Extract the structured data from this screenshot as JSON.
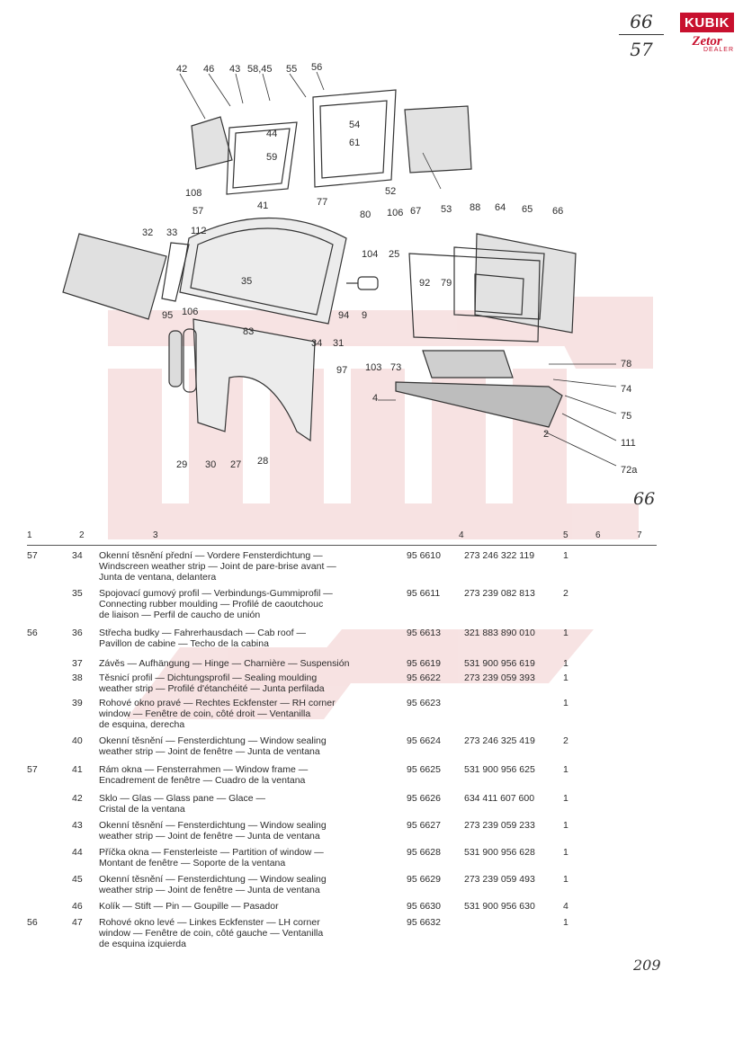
{
  "header": {
    "page_code_top": "66",
    "page_code_bottom": "57",
    "logo_top": "KUBIK",
    "logo_mid": "Zetor",
    "logo_bottom": "DEALER"
  },
  "figure": {
    "number": "66",
    "callouts": [
      "42",
      "46",
      "43",
      "58,45",
      "55",
      "56",
      "54",
      "44",
      "61",
      "59",
      "52",
      "53",
      "41",
      "108",
      "57",
      "112",
      "77",
      "80",
      "106",
      "67",
      "88",
      "64",
      "65",
      "66",
      "32",
      "33",
      "35",
      "104",
      "25",
      "92",
      "79",
      "94",
      "9",
      "95",
      "106",
      "83",
      "34",
      "31",
      "97",
      "103",
      "73",
      "78",
      "74",
      "75",
      "4",
      "2",
      "111",
      "72a",
      "29",
      "30",
      "27",
      "28"
    ]
  },
  "table": {
    "headers": [
      "1",
      "2",
      "3",
      "4",
      "5",
      "6",
      "7"
    ],
    "rows": [
      {
        "c1": "57",
        "c2": "34",
        "desc": "Okenní těsnění přední — Vordere Fensterdichtung —\nWindscreen weather strip — Joint de pare-brise avant —\nJunta de ventana, delantera",
        "num1": "95 6610",
        "num2": "273 246 322 119",
        "qty": "1"
      },
      {
        "c1": "",
        "c2": "35",
        "desc": "Spojovací gumový profil — Verbindungs-Gummiprofil —\nConnecting rubber moulding — Profilé de caoutchouc\nde liaison — Perfil de caucho de unión",
        "num1": "95 6611",
        "num2": "273 239 082 813",
        "qty": "2"
      },
      {
        "c1": "56",
        "c2": "36",
        "desc": "Střecha budky — Fahrerhausdach — Cab roof —\nPavillon de cabine — Techo de la cabina",
        "num1": "95 6613",
        "num2": "321 883 890 010",
        "qty": "1"
      },
      {
        "c1": "",
        "c2": "37",
        "desc": "Závěs — Aufhängung — Hinge — Charnière — Suspensión",
        "num1": "95 6619",
        "num2": "531 900 956 619",
        "qty": "1"
      },
      {
        "c1": "",
        "c2": "38",
        "desc": "Těsnicí profil — Dichtungsprofil — Sealing moulding\nweather strip — Profilé d'étanchéité — Junta perfilada",
        "num1": "95 6622",
        "num2": "273 239 059 393",
        "qty": "1"
      },
      {
        "c1": "",
        "c2": "39",
        "desc": "Rohové okno pravé — Rechtes Eckfenster — RH corner\nwindow — Fenêtre de coin, côté droit — Ventanilla\nde esquina, derecha",
        "num1": "95 6623",
        "num2": "",
        "qty": "1"
      },
      {
        "c1": "",
        "c2": "40",
        "desc": "Okenní těsnění — Fensterdichtung — Window sealing\nweather strip — Joint de fenêtre — Junta de ventana",
        "num1": "95 6624",
        "num2": "273 246 325 419",
        "qty": "2"
      },
      {
        "c1": "57",
        "c2": "41",
        "desc": "Rám okna — Fensterrahmen — Window frame —\nEncadrement de fenêtre — Cuadro de la ventana",
        "num1": "95 6625",
        "num2": "531 900 956 625",
        "qty": "1"
      },
      {
        "c1": "",
        "c2": "42",
        "desc": "Sklo — Glas — Glass pane — Glace —\nCristal de la ventana",
        "num1": "95 6626",
        "num2": "634 411 607 600",
        "qty": "1"
      },
      {
        "c1": "",
        "c2": "43",
        "desc": "Okenní těsnění — Fensterdichtung — Window sealing\nweather strip — Joint de fenêtre — Junta de ventana",
        "num1": "95 6627",
        "num2": "273 239 059 233",
        "qty": "1"
      },
      {
        "c1": "",
        "c2": "44",
        "desc": "Příčka okna — Fensterleiste — Partition of window —\nMontant de fenêtre — Soporte de la ventana",
        "num1": "95 6628",
        "num2": "531 900 956 628",
        "qty": "1"
      },
      {
        "c1": "",
        "c2": "45",
        "desc": "Okenní těsnění — Fensterdichtung — Window sealing\nweather strip — Joint de fenêtre — Junta de ventana",
        "num1": "95 6629",
        "num2": "273 239 059 493",
        "qty": "1"
      },
      {
        "c1": "",
        "c2": "46",
        "desc": "Kolík — Stift — Pin — Goupille — Pasador",
        "num1": "95 6630",
        "num2": "531 900 956 630",
        "qty": "4"
      },
      {
        "c1": "56",
        "c2": "47",
        "desc": "Rohové okno levé — Linkes Eckfenster — LH corner\nwindow — Fenêtre de coin, côté gauche — Ventanilla\nde esquina izquierda",
        "num1": "95 6632",
        "num2": "",
        "qty": "1"
      }
    ]
  },
  "footer": {
    "page_number": "209"
  },
  "colors": {
    "brand_red": "#c8102e",
    "watermark": "#f3d2d2",
    "ink": "#2b2b2b"
  }
}
